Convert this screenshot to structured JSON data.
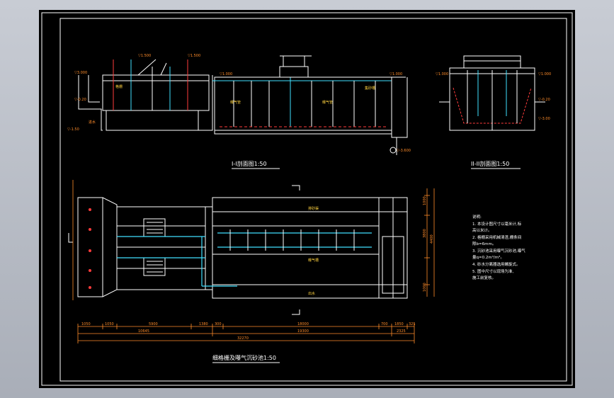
{
  "drawing": {
    "section1_title": "I-I剖面图1:50",
    "section2_title": "II-II剖面图1:50",
    "plan_title": "细格栅及曝气沉砂池1:50",
    "plan_label_top": "排砂渠",
    "plan_label_mid": "曝气槽",
    "plan_label_bottom": "出水",
    "notes": [
      "说明:",
      "1. 本设计图尺寸以毫米计,标",
      "高以米计。",
      "2. 格栅采用机械清渣,栅条间",
      "隙b=6mm。",
      "3. 沉砂池采用曝气沉砂池,曝气",
      "量q=0.2m³/m³。",
      "4. 砂水分离器选用螺旋式。",
      "5. 图中尺寸以现场为准,",
      "施工前复核。"
    ],
    "dim_row1": [
      "1050",
      "1050",
      "5900",
      "1380",
      "300",
      "18000",
      "700",
      "1850",
      "325"
    ],
    "dim_row2": [
      "10645",
      "19300",
      "2325"
    ],
    "dim_total": "32270",
    "right_dims": [
      "1000",
      "3800",
      "4400",
      "1000"
    ],
    "colors": {
      "background": "#000000",
      "outline": "#ffffff",
      "dimension": "#ff8c2a",
      "label": "#ffd23f",
      "red": "#ff3b3b",
      "cyan": "#40e0ff"
    }
  }
}
